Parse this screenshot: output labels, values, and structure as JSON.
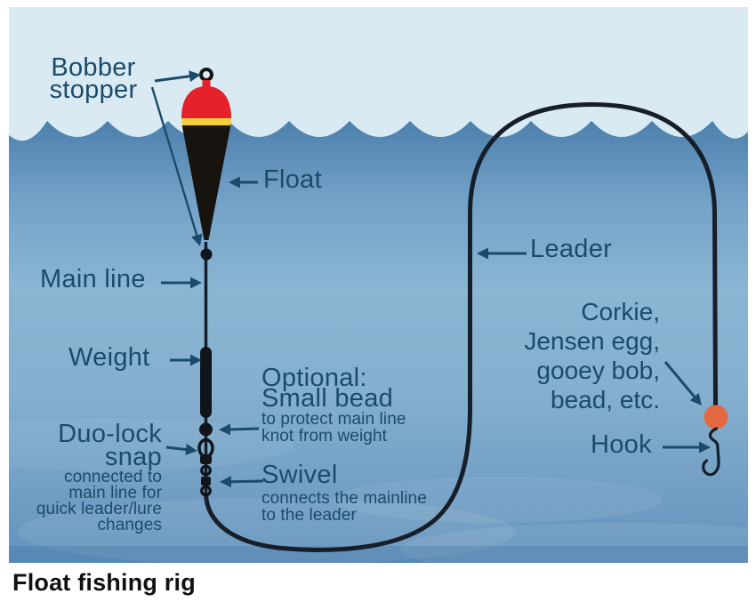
{
  "caption": "Float fishing rig",
  "labels": {
    "bobber_stopper": {
      "lines": [
        "Bobber",
        "stopper"
      ]
    },
    "float": "Float",
    "main_line": "Main line",
    "weight": "Weight",
    "duo_lock": {
      "heading_lines": [
        "Duo-lock",
        "snap"
      ],
      "note_lines": [
        "connected to",
        "main line for",
        "quick leader/lure",
        "changes"
      ]
    },
    "optional_bead": {
      "heading_lines": [
        "Optional:",
        "Small bead"
      ],
      "note_lines": [
        "to protect main line",
        "knot from weight"
      ]
    },
    "swivel": {
      "heading": "Swivel",
      "note_lines": [
        "connects the mainline",
        "to the leader"
      ]
    },
    "leader": "Leader",
    "corkie": {
      "lines": [
        "Corkie,",
        "Jensen egg,",
        "gooey bob,",
        "bead, etc."
      ]
    },
    "hook": "Hook"
  },
  "colors": {
    "sky": "#d9eaf3",
    "water_top": "#4a7eab",
    "water_mid": "#8ab5d3",
    "water_deep": "#6392bc",
    "float_red": "#e5212b",
    "float_yellow": "#f2d13d",
    "float_body": "#17130f",
    "corkie_orange": "#e4683f",
    "rig_line": "#161e29",
    "label_text": "#1b4b6a",
    "caption_text": "#111111"
  }
}
